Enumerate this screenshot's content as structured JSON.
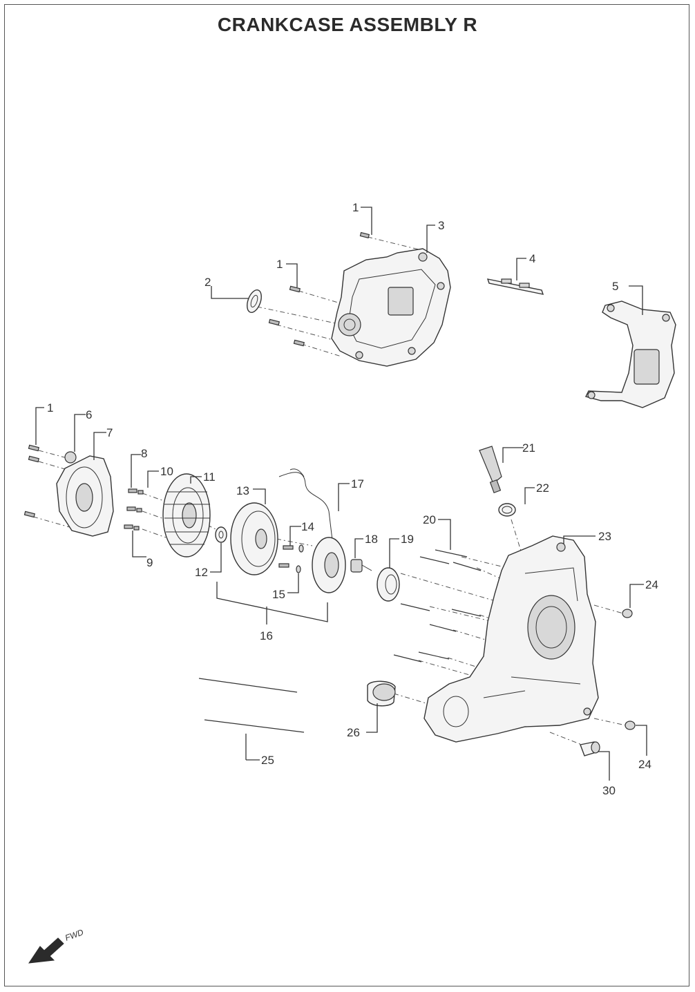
{
  "title": "CRANKCASE ASSEMBLY R",
  "fwd_label": "FWD",
  "callouts": [
    {
      "id": "c1a",
      "label": "1"
    },
    {
      "id": "c1b",
      "label": "1"
    },
    {
      "id": "c1c",
      "label": "1"
    },
    {
      "id": "c2",
      "label": "2"
    },
    {
      "id": "c3",
      "label": "3"
    },
    {
      "id": "c4",
      "label": "4"
    },
    {
      "id": "c5",
      "label": "5"
    },
    {
      "id": "c6",
      "label": "6"
    },
    {
      "id": "c7",
      "label": "7"
    },
    {
      "id": "c8",
      "label": "8"
    },
    {
      "id": "c9",
      "label": "9"
    },
    {
      "id": "c10",
      "label": "10"
    },
    {
      "id": "c11",
      "label": "11"
    },
    {
      "id": "c12",
      "label": "12"
    },
    {
      "id": "c13",
      "label": "13"
    },
    {
      "id": "c14",
      "label": "14"
    },
    {
      "id": "c15",
      "label": "15"
    },
    {
      "id": "c16",
      "label": "16"
    },
    {
      "id": "c17",
      "label": "17"
    },
    {
      "id": "c18",
      "label": "18"
    },
    {
      "id": "c19",
      "label": "19"
    },
    {
      "id": "c20",
      "label": "20"
    },
    {
      "id": "c21",
      "label": "21"
    },
    {
      "id": "c22",
      "label": "22"
    },
    {
      "id": "c23",
      "label": "23"
    },
    {
      "id": "c24a",
      "label": "24"
    },
    {
      "id": "c24b",
      "label": "24"
    },
    {
      "id": "c25",
      "label": "25"
    },
    {
      "id": "c26",
      "label": "26"
    },
    {
      "id": "c30",
      "label": "30"
    }
  ]
}
